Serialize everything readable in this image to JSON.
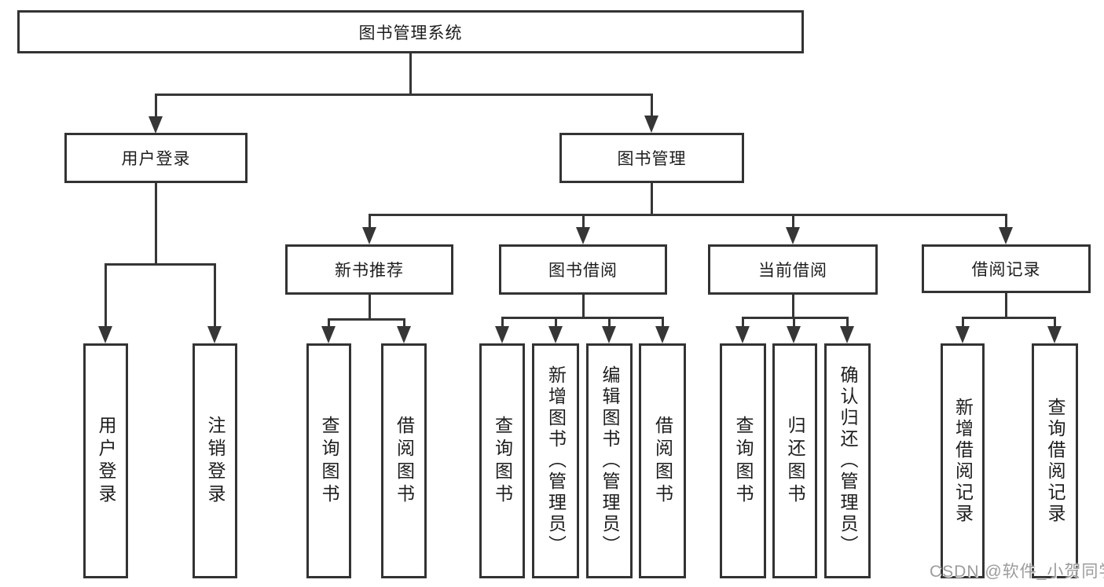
{
  "diagram": {
    "root": {
      "label": "图书管理系统"
    },
    "level2": [
      {
        "label": "用户登录"
      },
      {
        "label": "图书管理"
      }
    ],
    "level3": [
      {
        "label": "新书推荐"
      },
      {
        "label": "图书借阅"
      },
      {
        "label": "当前借阅"
      },
      {
        "label": "借阅记录"
      }
    ],
    "leaves": {
      "user_login": [
        "用户登录",
        "注销登录"
      ],
      "new_books": [
        "查询图书",
        "借阅图书"
      ],
      "book_borrow": [
        "查询图书",
        "新增图书（管理员）",
        "编辑图书（管理员）",
        "借阅图书"
      ],
      "current_borrow": [
        "查询图书",
        "归还图书",
        "确认归还（管理员）"
      ],
      "borrow_records": [
        "新增借阅记录",
        "查询借阅记录"
      ]
    }
  },
  "watermark": {
    "text": "CSDN @软件_小贺同学"
  },
  "colors": {
    "line": "#363636",
    "text": "#1d1d1d",
    "watermark": "#9c9c9c",
    "background": "#ffffff"
  }
}
